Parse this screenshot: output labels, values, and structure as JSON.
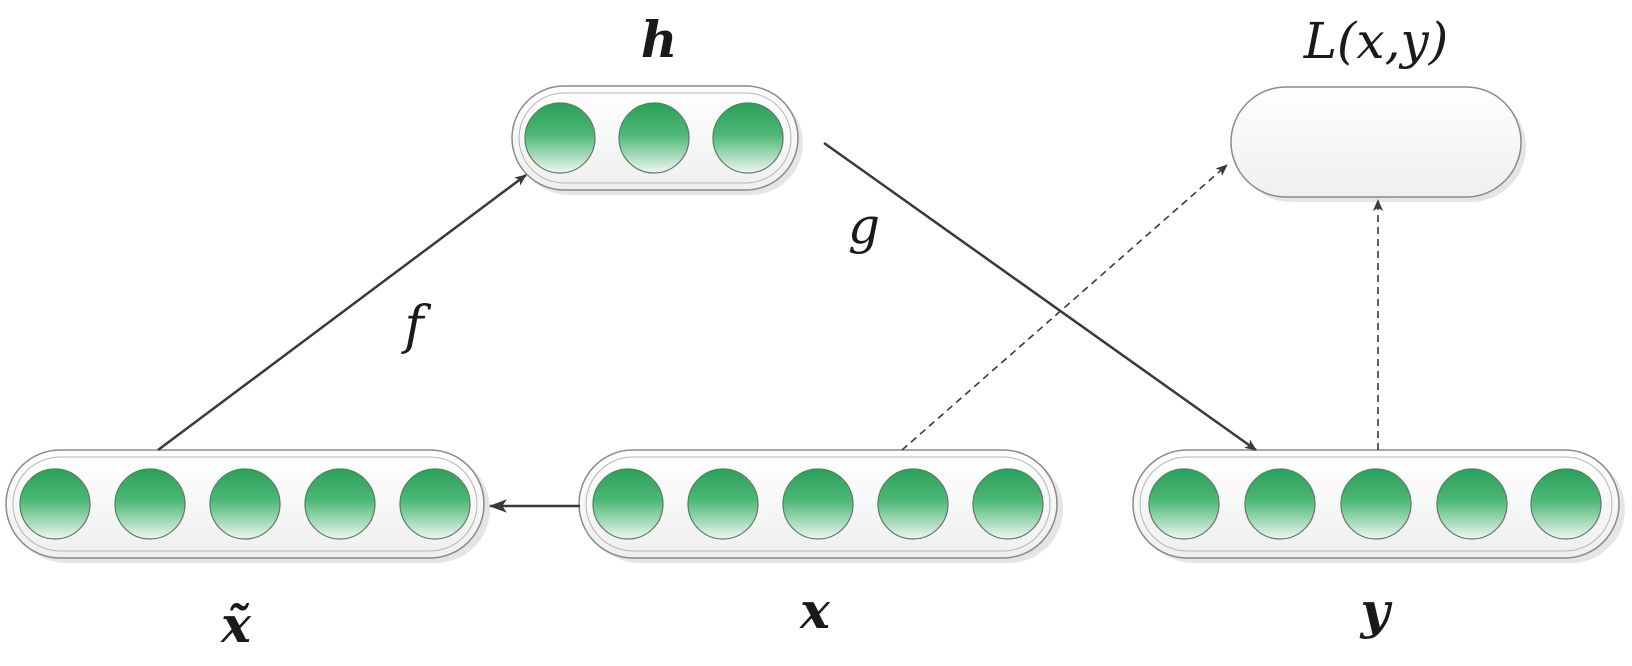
{
  "labels": {
    "h": "h",
    "loss": "L(x,y)",
    "g": "g",
    "f": "f",
    "x_tilde": "x̃",
    "x": "x",
    "y": "y"
  },
  "layers": {
    "h": {
      "units": 3
    },
    "x_tilde": {
      "units": 5
    },
    "x": {
      "units": 5
    },
    "y": {
      "units": 5
    },
    "loss": {
      "units": 0
    }
  },
  "colors": {
    "unit_top": "#2aa05a",
    "unit_bottom": "#f4f8f4",
    "capsule_fill": "#f7f7f7",
    "capsule_stroke": "#8a8a8a",
    "arrow": "#3a3a3a"
  }
}
